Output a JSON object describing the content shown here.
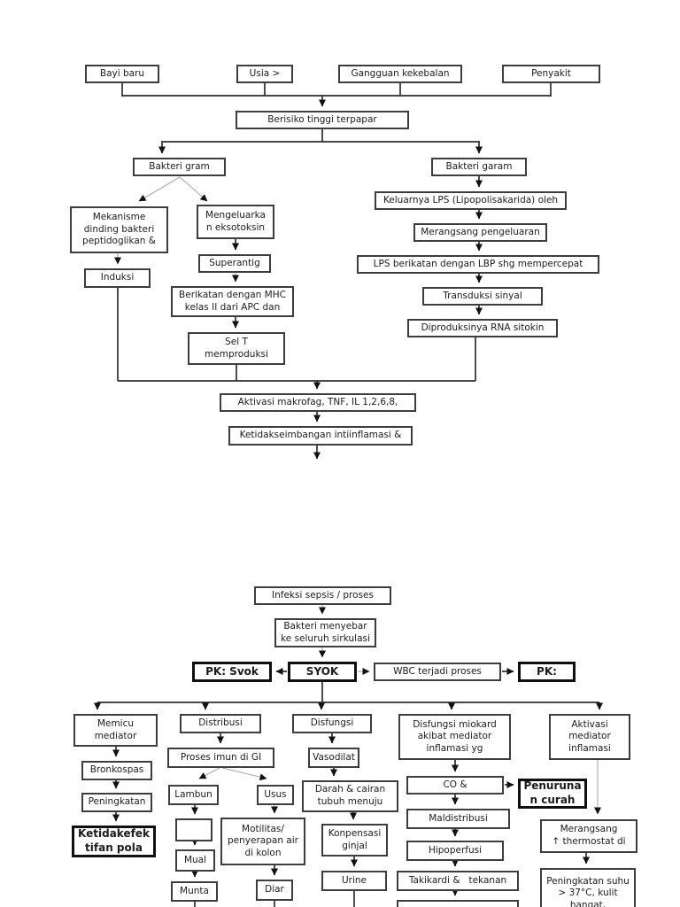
{
  "top": {
    "nodes": {
      "bayi_baru": "Bayi baru",
      "usia": "Usia >",
      "gangguan_kekebalan": "Gangguan kekebalan",
      "penyakit": "Penyakit",
      "berisiko": "Berisiko tinggi terpapar",
      "bakteri_gram": "Bakteri gram",
      "bakteri_garam": "Bakteri garam",
      "mekanisme": "Mekanisme\ndinding bakteri\npeptidoglikan &",
      "mengeluarkan": "Mengeluarka\nn eksotoksin",
      "induksi": "Induksi",
      "superantig": "Superantig",
      "berikatan": "Berikatan dengan MHC\nkelas II dari APC dan",
      "sel_t": "Sel T\nmemproduksi",
      "keluarnya": "Keluarnya LPS (Lipopolisakarida) oleh",
      "merangsang_pengeluaran": "Merangsang pengeluaran",
      "lps_berikatan": "LPS berikatan dengan LBP shg mempercepat",
      "transduksi": "Transduksi sinyal",
      "diproduksi": "Diproduksinya RNA sitokin",
      "aktivasi_makrofag": "Aktivasi makrofag, TNF, IL 1,2,6,8,",
      "ketidakseimbangan": "Ketidakseimbangan intiinflamasi &"
    }
  },
  "bottom": {
    "nodes": {
      "infeksi": "Infeksi sepsis / proses",
      "bakteri_menyebar": "Bakteri menyebar\nke seluruh sirkulasi",
      "pk_syok": "PK: Svok",
      "syok": "SYOK",
      "wbc": "WBC terjadi proses",
      "pk": "PK:",
      "memicu": "Memicu\nmediator",
      "bronkospas": "Bronkospas",
      "peningkatan": "Peningkatan",
      "ketidakefektifan": "Ketidakefek\ntifan pola",
      "distribusi": "Distribusi",
      "proses_imun": "Proses imun di GI",
      "lambun": "Lambun",
      "mual": "Mual",
      "munta": "Munta",
      "usus": "Usus",
      "motilitas": "Motilitas/\npenyerapan air\ndi kolon",
      "diar": "Diar",
      "disfungsi": "Disfungsi",
      "vasodilat": "Vasodilat",
      "darah": "Darah & cairan\ntubuh menuju",
      "konpensasi": "Konpensasi\nginjal",
      "urine": "Urine",
      "disfungsi_miokard": "Disfungsi miokard\nakibat mediator\ninflamasi yg",
      "co": "CO &",
      "maldistribusi": "Maldistribusi",
      "hipoperfusi": "Hipoperfusi",
      "takikardi": "Takikardi &   tekanan",
      "penurunan_curah": "Penuruna\nn curah",
      "aktivasi_mediator": "Aktivasi\nmediator\ninflamasi",
      "merangsang_thermostat": "Merangsang\n↑ thermostat di",
      "peningkatan_suhu": "Peningkatan suhu\n> 37°C, kulit\nhangat,"
    }
  },
  "colors": {
    "box_border": "#3d3d3d",
    "bold_border": "#0f0f0f",
    "line": "#2e2e2e",
    "gray_line": "#a9a9a9",
    "background": "#ffffff"
  }
}
